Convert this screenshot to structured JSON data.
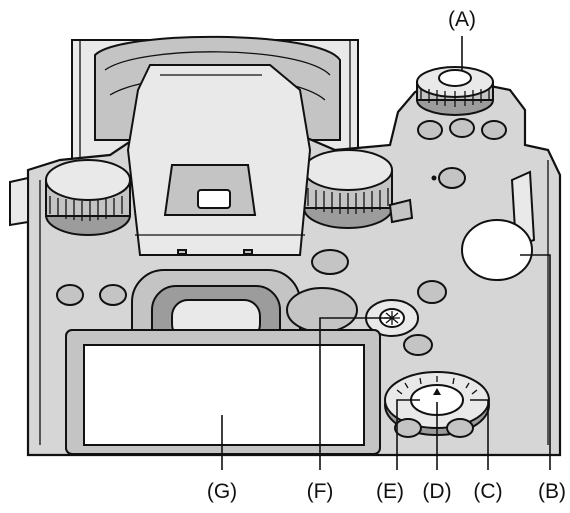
{
  "labels": {
    "a": "(A)",
    "b": "(B)",
    "c": "(C)",
    "d": "(D)",
    "e": "(E)",
    "f": "(F)",
    "g": "(G)"
  }
}
